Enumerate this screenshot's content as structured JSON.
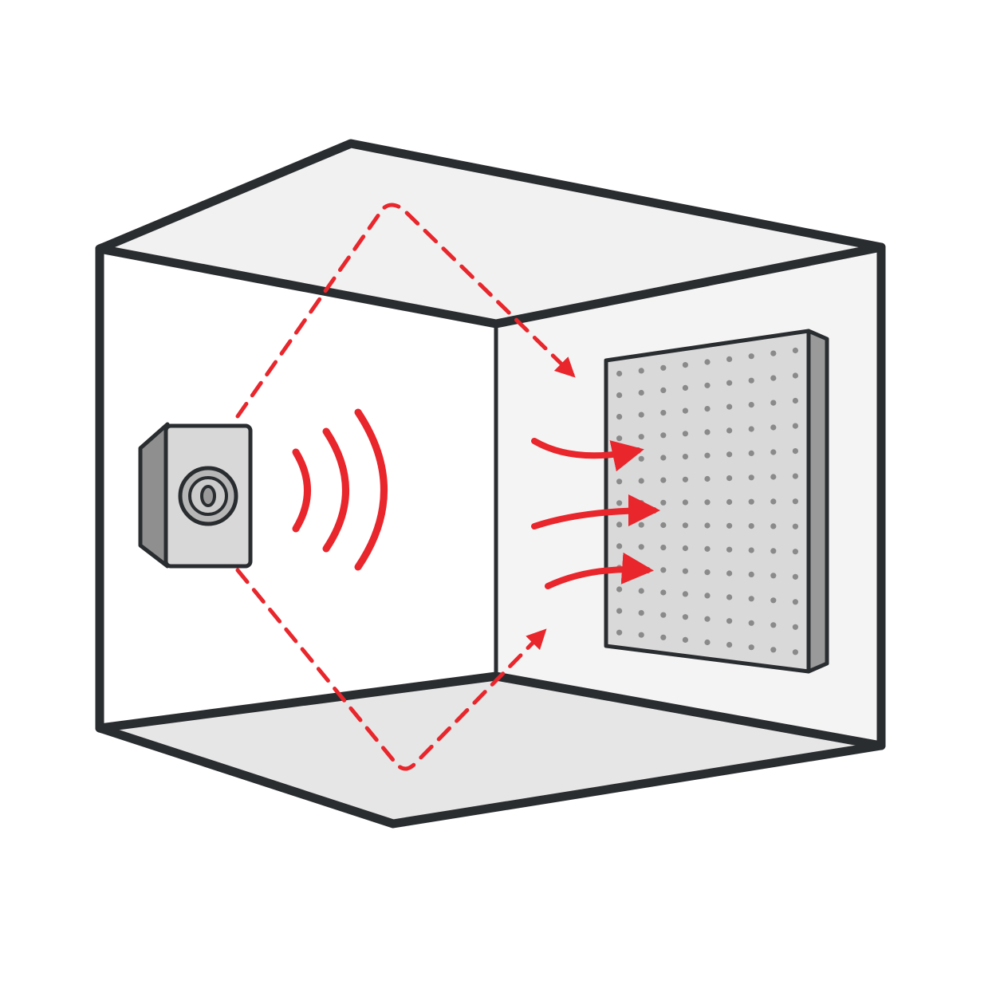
{
  "diagram": {
    "subject": "",
    "elements": {
      "room": "room-box",
      "source": "speaker-icon",
      "sound_waves": "sound-wave-icon",
      "absorber": "perforated-acoustic-panel",
      "direct_path": "direct-sound-arrows",
      "reflections": "reflected-sound-paths"
    },
    "direct_arrow_count": 3,
    "reflection_path_count": 2,
    "wave_arc_count": 3,
    "panel_hole_grid": {
      "columns": 9,
      "rows": 13
    }
  },
  "colors": {
    "outline": "#2a2d30",
    "wall_back": "#f4f4f4",
    "wall_left": "#ffffff",
    "ceiling": "#f1f1f1",
    "floor": "#e6e6e6",
    "accent_red": "#e8262c",
    "speaker_face": "#d8d8d8",
    "speaker_side": "#8f8f8f",
    "panel_face": "#d9d9d9",
    "panel_side": "#9a9a9a",
    "panel_holes": "#8a8a8a"
  }
}
